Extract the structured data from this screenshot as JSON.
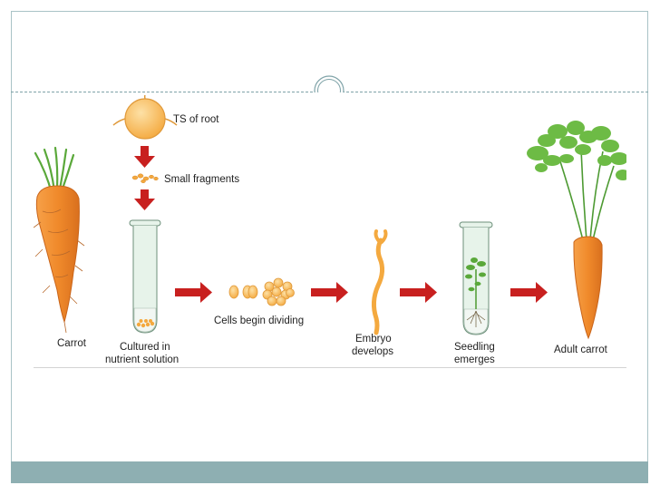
{
  "diagram": {
    "labels": {
      "ts_root": "TS of root",
      "fragments": "Small fragments",
      "carrot": "Carrot",
      "cultured_1": "Cultured in",
      "cultured_2": "nutrient solution",
      "cells": "Cells begin dividing",
      "embryo_1": "Embryo",
      "embryo_2": "develops",
      "seedling_1": "Seedling",
      "seedling_2": "emerges",
      "adult": "Adult carrot"
    },
    "colors": {
      "carrot": "#f08a2b",
      "carrot_dark": "#c9641a",
      "leaf": "#5aa83a",
      "cell": "#f7b24a",
      "arrow": "#c8201f",
      "tube_glass": "#e7f3ea",
      "tube_outline": "#6c8f7a"
    }
  }
}
